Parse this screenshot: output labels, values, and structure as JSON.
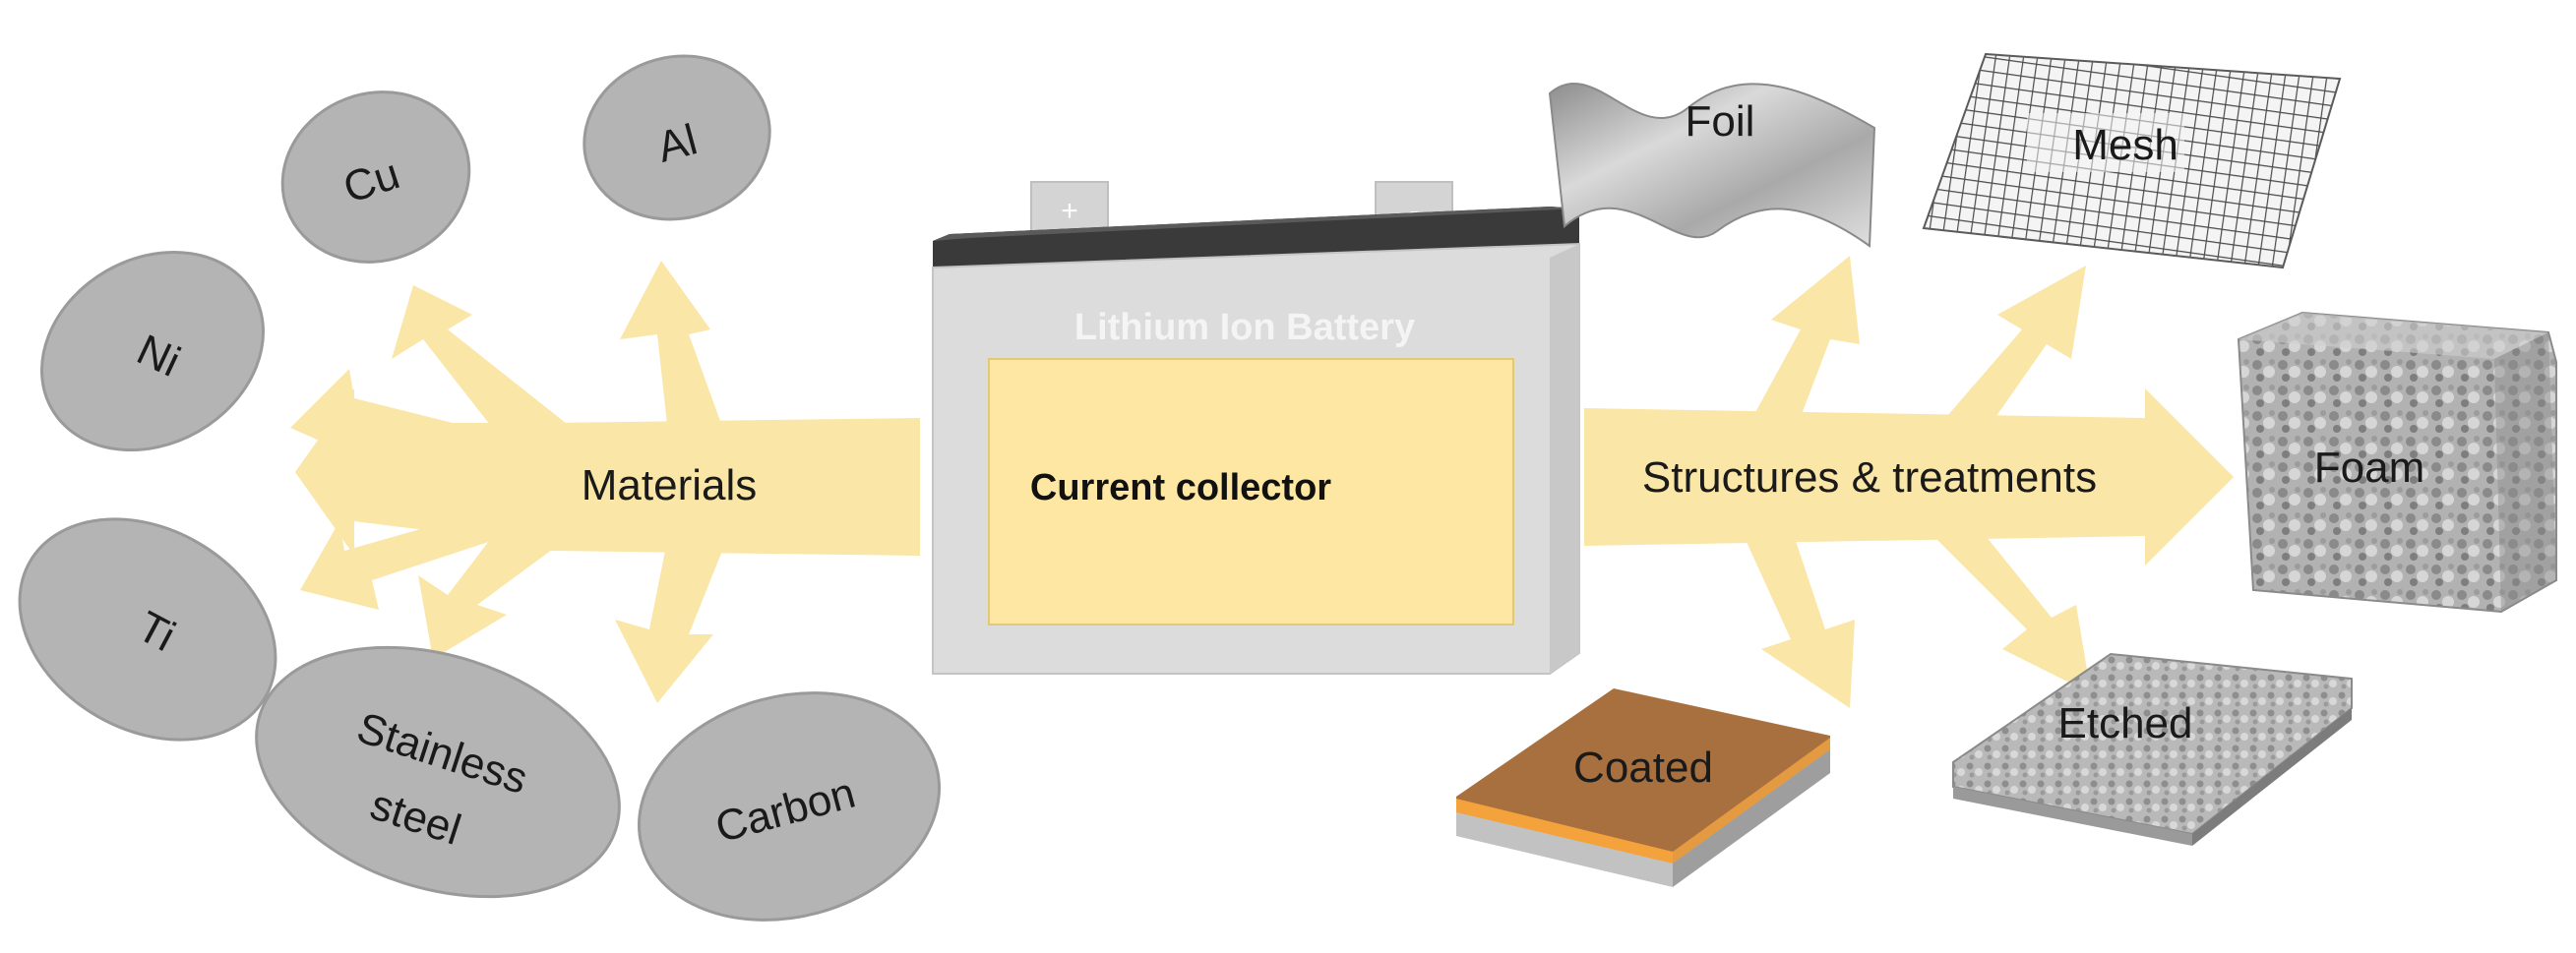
{
  "battery": {
    "title": "Lithium Ion Battery",
    "terminal_positive": "+",
    "terminal_negative": "-",
    "core_label": "Current collector"
  },
  "left_arrow_label": "Materials",
  "right_arrow_label": "Structures & treatments",
  "materials": {
    "cu": "Cu",
    "al": "Al",
    "ni": "Ni",
    "ti": "Ti",
    "stainless_line1": "Stainless",
    "stainless_line2": "steel",
    "carbon": "Carbon"
  },
  "structures": {
    "foil": "Foil",
    "mesh": "Mesh",
    "foam": "Foam",
    "coated": "Coated",
    "etched": "Etched"
  },
  "colors": {
    "arrow": "#fae6a6",
    "ellipse_fill": "#b4b4b4",
    "ellipse_stroke": "#9a9a9a",
    "battery_body": "#dcdcdc",
    "battery_top": "#3a3a3a",
    "battery_core": "#fde7a2",
    "coated_top": "#a8703e",
    "coated_stripe": "#f4a23c"
  }
}
